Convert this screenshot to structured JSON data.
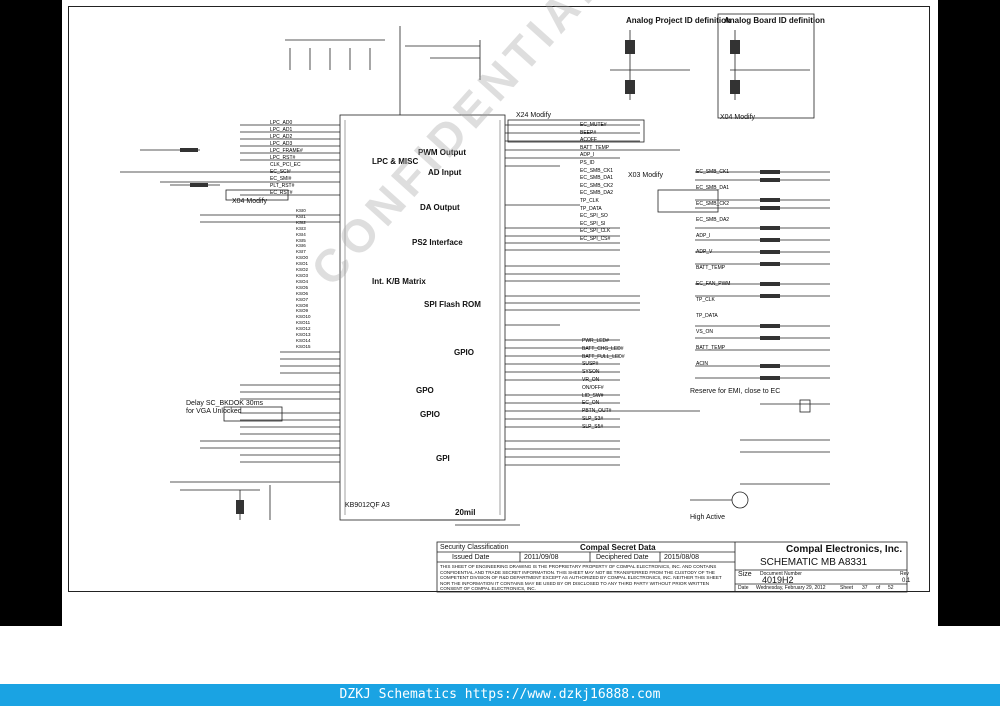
{
  "footer": {
    "text": "DZKJ Schematics https://www.dzkj16888.com"
  },
  "watermark": "CONFIDENTIAL",
  "titles": {
    "analog_project": "Analog Project ID definition",
    "analog_board": "Analog Board ID definition",
    "lpc_misc": "LPC & MISC",
    "pwm_output": "PWM Output",
    "ad_input": "AD Input",
    "da_output": "DA Output",
    "ps2_interface": "PS2 Interface",
    "kb_matrix": "Int. K/B Matrix",
    "spi_flash": "SPI Flash ROM",
    "gpio_1": "GPIO",
    "gpo": "GPO",
    "gpio_2": "GPIO",
    "gpi": "GPI",
    "x24_modify": "X24 Modify",
    "x04_modify": "X04 Modify",
    "x03_modify": "X03 Modify",
    "x04_modify_2": "X04 Modify",
    "delay_note": "Delay SC_BKDOK 30ms",
    "delay_note2": "for VGA Unlocked",
    "reserve_note": "Reserve for EMI, close to EC",
    "high_active": "High Active",
    "ec_part": "KB9012QF A3",
    "current_20mil": "20mil"
  },
  "title_block": {
    "security": "Security Classification",
    "secret": "Compal Secret Data",
    "issued": "Issued Date",
    "issued_date": "2011/09/08",
    "decipher": "Deciphered Date",
    "decipher_date": "2015/08/08",
    "company": "Compal Electronics, Inc.",
    "doc_title": "SCHEMATIC MB A8331",
    "doc_number": "4019H2",
    "notice": "THIS SHEET OF ENGINEERING DRAWING IS THE PROPRIETARY PROPERTY OF COMPAL ELECTRONICS, INC. AND CONTAINS CONFIDENTIAL AND TRADE SECRET INFORMATION. THIS SHEET MAY NOT BE TRANSFERRED FROM THE CUSTODY OF THE COMPETENT DIVISION OF R&D DEPARTMENT EXCEPT AS AUTHORIZED BY COMPAL ELECTRONICS, INC. NEITHER THIS SHEET NOR THE INFORMATION IT CONTAINS MAY BE USED BY OR DISCLOSED TO ANY THIRD PARTY WITHOUT PRIOR WRITTEN CONSENT OF COMPAL ELECTRONICS, INC.",
    "date_label": "Date",
    "date": "Wednesday, February 29, 2012",
    "sheet_label": "Sheet",
    "sheet": "37",
    "of_label": "of",
    "total": "52",
    "size_label": "Size",
    "doc_label": "Document Number",
    "rev_label": "Rev",
    "rev": "0.1"
  },
  "nets": {
    "left": [
      "LPC_AD0",
      "LPC_AD1",
      "LPC_AD2",
      "LPC_AD3",
      "LPC_FRAME#",
      "LPC_RST#",
      "CLK_PCI_EC",
      "EC_SCI#",
      "EC_SMI#",
      "PLT_RST#",
      "EC_RST#"
    ],
    "kb_left": [
      "KSI0",
      "KSI1",
      "KSI2",
      "KSI3",
      "KSI4",
      "KSI5",
      "KSI6",
      "KSI7",
      "KSO0",
      "KSO1",
      "KSO2",
      "KSO3",
      "KSO4",
      "KSO5",
      "KSO6",
      "KSO7",
      "KSO8",
      "KSO9",
      "KSO10",
      "KSO11",
      "KSO12",
      "KSO13",
      "KSO14",
      "KSO15"
    ],
    "right_top": [
      "EC_MUTE#",
      "BEEP#",
      "ACOFF",
      "BATT_TEMP",
      "ADP_I",
      "PS_ID",
      "EC_SMB_CK1",
      "EC_SMB_DA1",
      "EC_SMB_CK2",
      "EC_SMB_DA2",
      "TP_CLK",
      "TP_DATA",
      "EC_SPI_SO",
      "EC_SPI_SI",
      "EC_SPI_CLK",
      "EC_SPI_CS#"
    ],
    "right_mid": [
      "PWR_LED#",
      "BATT_CHG_LED#",
      "BATT_FULL_LED#",
      "SUSP#",
      "SYSON",
      "VR_ON",
      "ON/OFF#",
      "LID_SW#",
      "EC_ON",
      "PBTN_OUT#",
      "SLP_S3#",
      "SLP_S5#"
    ],
    "right_far": [
      "EC_SMB_CK1",
      "EC_SMB_DA1",
      "EC_SMB_CK2",
      "EC_SMB_DA2",
      "ADP_I",
      "ADP_V",
      "BATT_TEMP",
      "EC_FAN_PWM",
      "TP_CLK",
      "TP_DATA",
      "VS_ON",
      "BATT_TEMP",
      "ACIN"
    ]
  }
}
